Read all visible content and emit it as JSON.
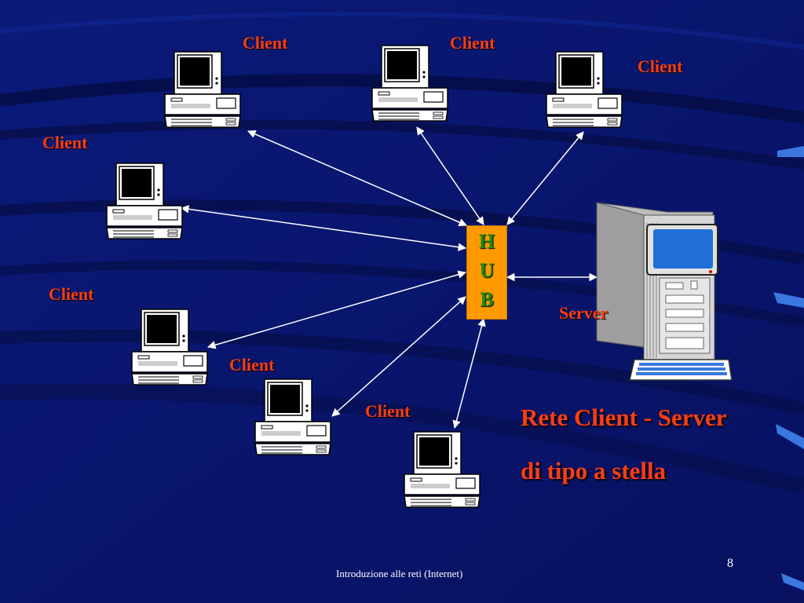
{
  "diagram": {
    "hub_letters": [
      "H",
      "U",
      "B"
    ],
    "client_label": "Client",
    "server_label": "Server",
    "title_line1": "Rete Client - Server",
    "title_line2": "di tipo a stella"
  },
  "footer": {
    "text": "Introduzione alle reti (Internet)",
    "page_number": "8"
  },
  "colors": {
    "background": "#0a1670",
    "label": "#ff3d10",
    "hub_fill": "#ff9900",
    "hub_text": "#1a8a1a",
    "connection": "#ffffff"
  }
}
